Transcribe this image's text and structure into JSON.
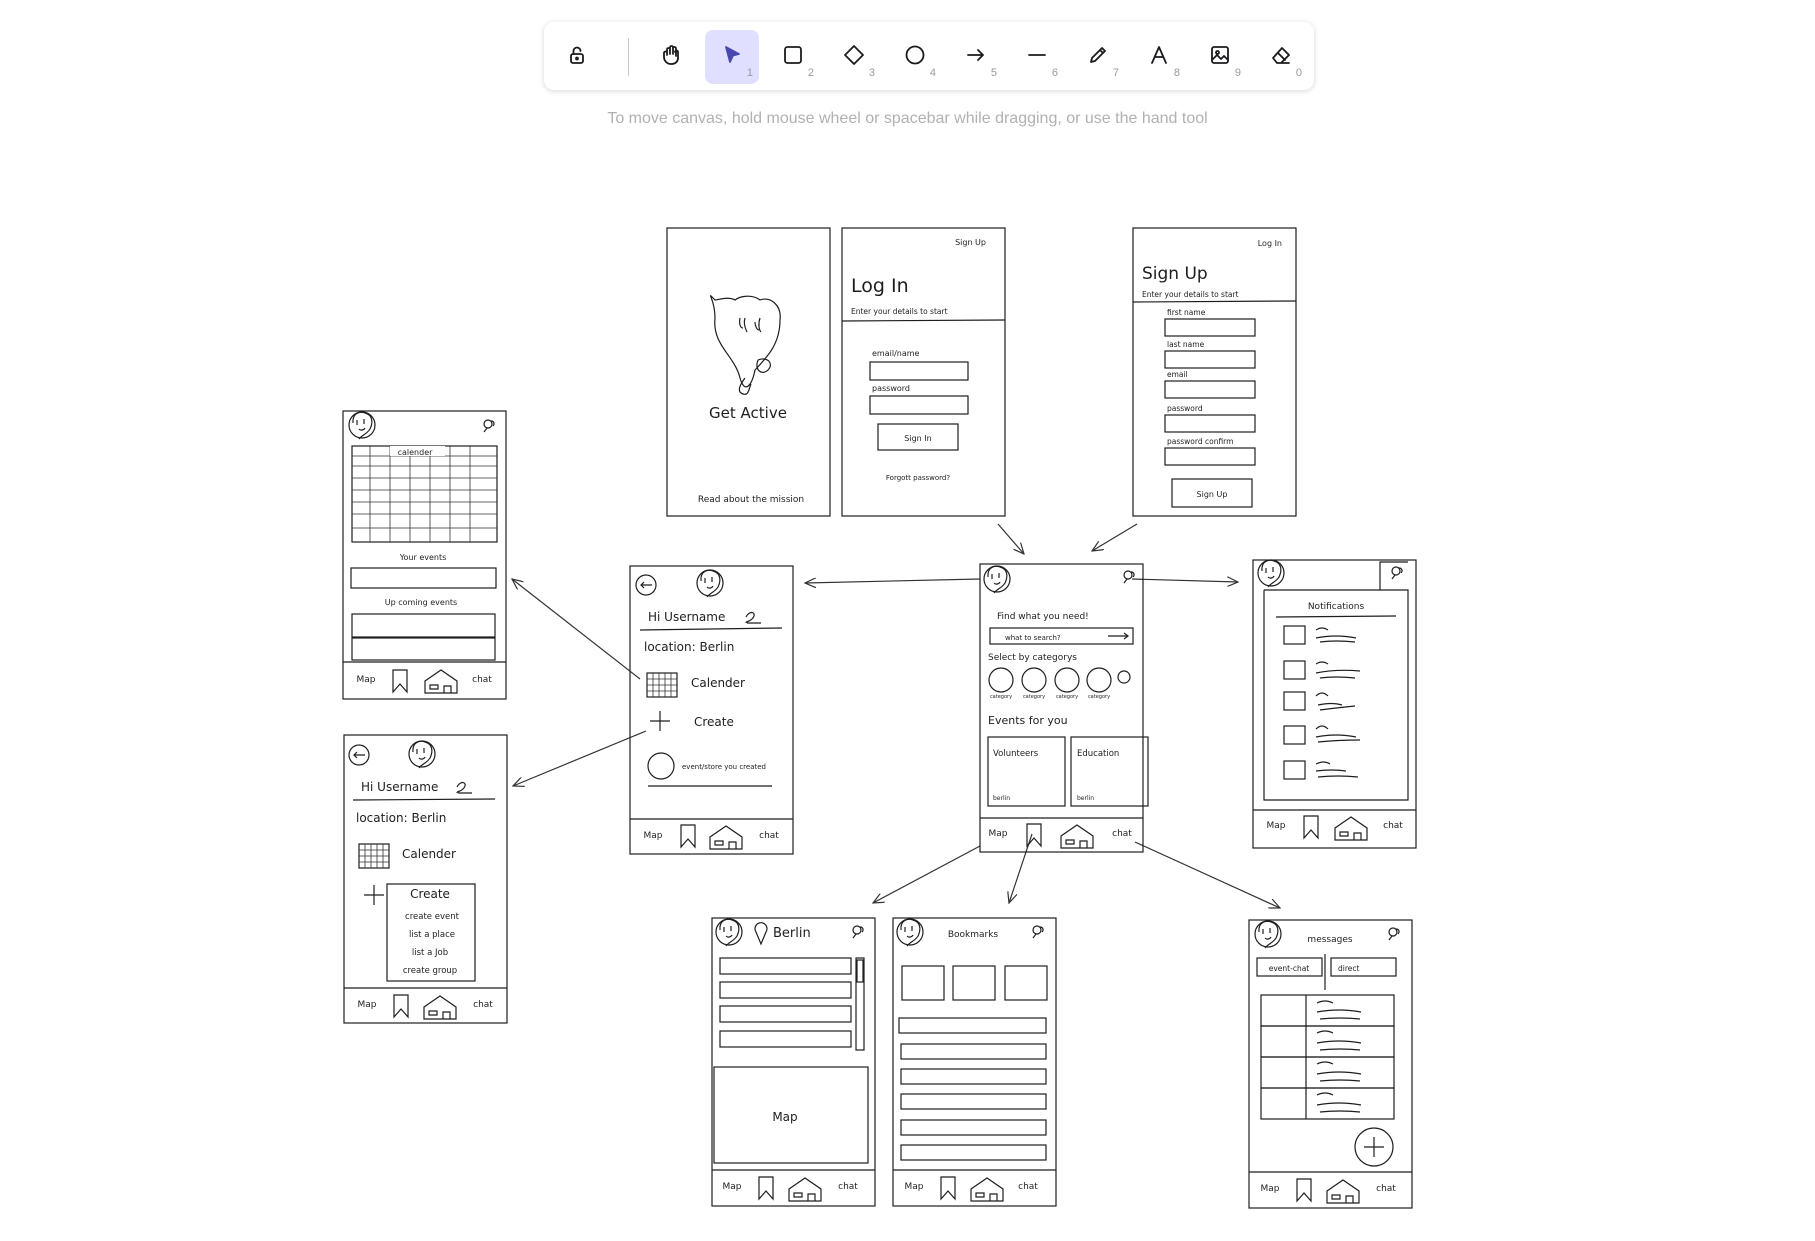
{
  "toolbar": {
    "tools": [
      {
        "name": "lock",
        "icon": "lock-icon",
        "key": ""
      },
      {
        "name": "hand",
        "icon": "hand-icon",
        "key": ""
      },
      {
        "name": "selection",
        "icon": "pointer-icon",
        "key": "1",
        "active": true
      },
      {
        "name": "rectangle",
        "icon": "rectangle-icon",
        "key": "2"
      },
      {
        "name": "diamond",
        "icon": "diamond-icon",
        "key": "3"
      },
      {
        "name": "ellipse",
        "icon": "ellipse-icon",
        "key": "4"
      },
      {
        "name": "arrow",
        "icon": "arrow-icon",
        "key": "5"
      },
      {
        "name": "line",
        "icon": "line-icon",
        "key": "6"
      },
      {
        "name": "draw",
        "icon": "pencil-icon",
        "key": "7"
      },
      {
        "name": "text",
        "icon": "text-icon",
        "key": "8"
      },
      {
        "name": "image",
        "icon": "image-icon",
        "key": "9"
      },
      {
        "name": "eraser",
        "icon": "eraser-icon",
        "key": "0"
      }
    ],
    "accent_color": "#4a47b1",
    "active_bg": "#e0dfff"
  },
  "hint": "To move canvas, hold mouse wheel or spacebar while dragging, or use the hand tool",
  "nav": {
    "map": "Map",
    "chat": "chat"
  },
  "splash": {
    "title": "Get Active",
    "footer": "Read about the mission"
  },
  "login": {
    "top_link": "Sign Up",
    "title": "Log In",
    "subtitle": "Enter your details to start",
    "email_label": "email/name",
    "password_label": "password",
    "button": "Sign In",
    "forgot": "Forgott password?"
  },
  "signup": {
    "top_link": "Log In",
    "title": "Sign Up",
    "subtitle": "Enter your details to start",
    "fields": [
      "first name",
      "last name",
      "email",
      "password",
      "password confirm"
    ],
    "button": "Sign Up"
  },
  "calendar_screen": {
    "calendar_label": "calender",
    "your_events": "Your events",
    "upcoming": "Up coming events"
  },
  "profile": {
    "greeting": "Hi Username",
    "location": "location: Berlin",
    "calendar": "Calender",
    "create": "Create",
    "created": "event/store you created"
  },
  "profile_create": {
    "greeting": "Hi Username",
    "location": "location: Berlin",
    "calendar": "Calender",
    "create": "Create",
    "options": [
      "create event",
      "list a place",
      "list a Job",
      "create group"
    ]
  },
  "home": {
    "find": "Find what you need!",
    "search": "what to search?",
    "select_by": "Select by categorys",
    "category": "category",
    "events_for_you": "Events for you",
    "cards": [
      {
        "title": "Volunteers",
        "sub": "berlin"
      },
      {
        "title": "Education",
        "sub": "berlin"
      }
    ]
  },
  "notifications": {
    "title": "Notifications"
  },
  "map_screen": {
    "city": "Berlin",
    "map": "Map"
  },
  "bookmarks": {
    "title": "Bookmarks"
  },
  "messages": {
    "title": "messages",
    "tabs": [
      "event-chat",
      "direct"
    ]
  }
}
